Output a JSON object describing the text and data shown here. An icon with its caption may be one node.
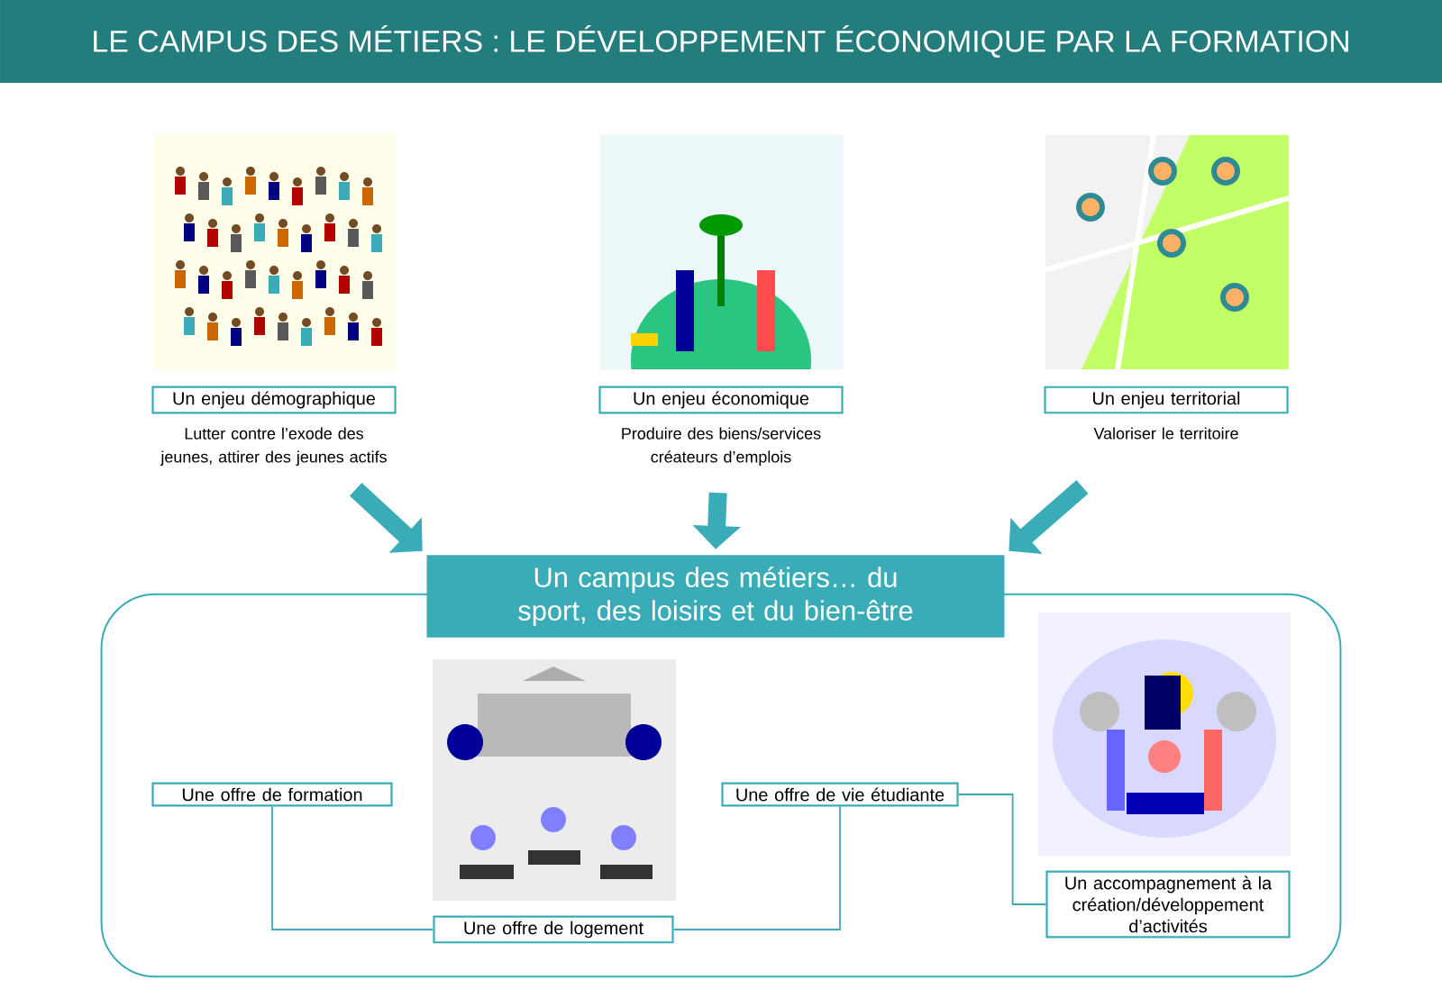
{
  "diagram": {
    "title": "LE CAMPUS DES MÉTIERS : LE DÉVELOPPEMENT ÉCONOMIQUE PAR LA FORMATION",
    "nodes": [
      {
        "text": [
          "Un enjeu démographique"
        ],
        "beside": [
          "Lutter contre l’exode des jeunes, attirer des jeunes actifs"
        ]
      },
      {
        "text": [
          "Un enjeu économique"
        ],
        "beside": [
          "Produire des biens/services créateurs d’emplois"
        ]
      },
      {
        "text": [
          "Un enjeu territorial"
        ],
        "beside": [
          "Valoriser le territoire"
        ]
      },
      {
        "text": [
          "Un campus des métiers… du sport, des loisirs et du bien-être"
        ]
      },
      {
        "text": [
          "Une offre de formation"
        ],
        "in": 3
      },
      {
        "text": [
          "Une offre de logement"
        ],
        "in": 3
      },
      {
        "text": [
          "Une offre de vie étudiante"
        ],
        "in": 3
      },
      {
        "text": [
          "Un accompagnement à la création/développement d’activités"
        ],
        "in": 3
      }
    ],
    "edges": [
      {
        "from": 0,
        "to": 3,
        "arrow": "to",
        "style": "thick"
      },
      {
        "from": 1,
        "to": 3,
        "arrow": "to",
        "style": "thick"
      },
      {
        "from": 2,
        "to": 3,
        "arrow": "to",
        "style": "thick"
      },
      {
        "from": 4,
        "to": 5,
        "arrow": "none"
      },
      {
        "from": 5,
        "to": 6,
        "arrow": "none"
      },
      {
        "from": 6,
        "to": 7,
        "arrow": "none"
      }
    ]
  }
}
